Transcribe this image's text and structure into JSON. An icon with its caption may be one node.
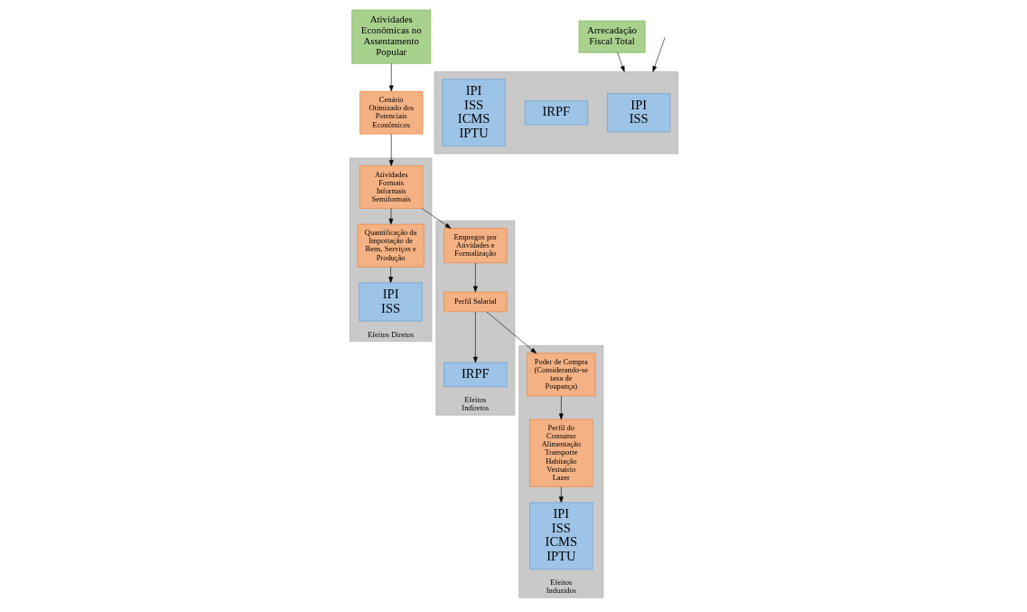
{
  "diagram": {
    "nodes": [
      {
        "text": [
          "Atividades Econômicas no Assentamento Popular"
        ]
      },
      {
        "text": [
          "Cenário Otimizado dos Potenciais Econômicos"
        ]
      },
      {
        "text": [
          "Efeitos Diretos"
        ]
      },
      {
        "text": [
          "Atividades",
          "Formais",
          "Informais",
          "Semiformais"
        ],
        "in": 2
      },
      {
        "text": [
          "Quantificação da Importação de Bens, Serviços e Produção"
        ],
        "in": 2
      },
      {
        "text": [
          "IPI",
          "ISS"
        ],
        "in": 2
      },
      {
        "text": [
          "Efeitos Indiretos"
        ]
      },
      {
        "text": [
          "IRPF"
        ],
        "in": 6
      },
      {
        "text": [
          "Perfil Salarial"
        ],
        "in": 6
      },
      {
        "text": [
          "Empregos por Atividades e Formalização"
        ],
        "in": 6
      },
      {
        "text": [
          "Efeitos Induzidos"
        ]
      },
      {
        "text": [
          "Poder de Compra",
          "(Considerando-se taxa de Poupança)"
        ],
        "in": 10
      },
      {
        "text": [
          "Perfil do Consumo",
          "Alimentação",
          "Transporte",
          "Habitação",
          "Vestuário",
          "Lazer"
        ],
        "in": 10
      },
      {
        "text": [
          "IPI",
          "ISS",
          "ICMS",
          "IPTU"
        ],
        "in": 10
      },
      {
        "text": [
          "Arrecadação Fiscal Total"
        ]
      },
      {
        "text": [],
        "shape": "box"
      },
      {
        "text": [
          "IPI",
          "ISS"
        ],
        "in": 15
      },
      {
        "text": [
          "IRPF"
        ],
        "in": 15
      },
      {
        "text": [
          "IPI",
          "ISS",
          "ICMS",
          "IPTU"
        ],
        "in": 15
      }
    ],
    "edges": [
      {
        "from": 0,
        "to": 1,
        "arrow": "to"
      },
      {
        "from": 1,
        "to": 3,
        "arrow": "to"
      },
      {
        "from": 3,
        "to": 4,
        "arrow": "to"
      },
      {
        "from": 4,
        "to": 5,
        "arrow": "to"
      },
      {
        "from": 3,
        "to": 9,
        "arrow": "to"
      },
      {
        "from": 9,
        "to": 8,
        "arrow": "to"
      },
      {
        "from": 8,
        "to": 7,
        "arrow": "to"
      },
      {
        "from": 8,
        "to": 11,
        "arrow": "to"
      },
      {
        "from": 11,
        "to": 12,
        "arrow": "to"
      },
      {
        "from": 12,
        "to": 13,
        "arrow": "to"
      },
      {
        "from": 14,
        "to": 15,
        "arrow": "to"
      },
      {
        "from": null,
        "to": 15,
        "arrow": "to"
      }
    ]
  }
}
